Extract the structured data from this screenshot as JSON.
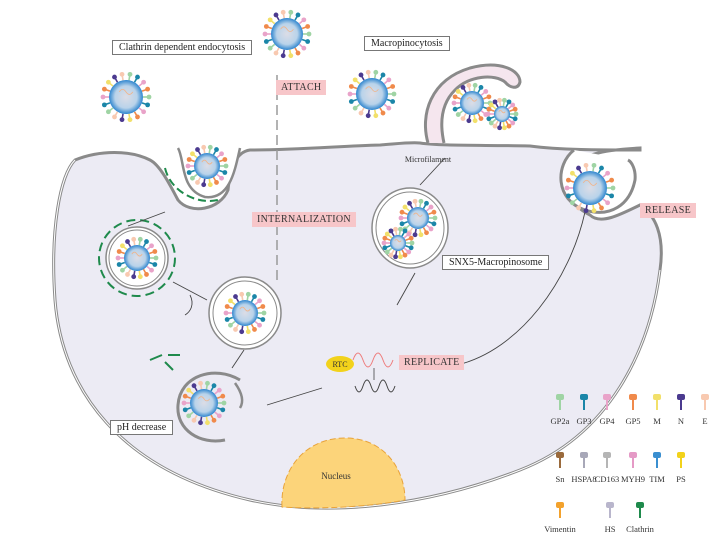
{
  "labels": {
    "clathrin_box": "Clathrin dependent endocytosis",
    "macropinocytosis_box": "Macropinocytosis",
    "snx5_box": "SNX5-Macropinosome",
    "ph_box": "pH decrease",
    "microfilament": "Microfilament",
    "nucleus": "Nucleus",
    "rtc": "RTC"
  },
  "steps": {
    "attach": "ATTACH",
    "internalization": "INTERNALIZATION",
    "replicate": "REPLICATE",
    "release": "RELEASE"
  },
  "colors": {
    "cytoplasm": "#ecebf4",
    "membrane": "#8a8a8a",
    "step_bg": "#f7c6c9",
    "nucleus": "#fcd47a",
    "rtc": "#f2d21b",
    "clathrin": "#1f8a4c",
    "virion_core": "#3b8fd1"
  },
  "legend": [
    {
      "name": "GP2a",
      "icon": "lollipop-icon",
      "color": "#9fd4a4"
    },
    {
      "name": "GP3",
      "icon": "lollipop-icon",
      "color": "#1b86a8"
    },
    {
      "name": "GP4",
      "icon": "funnel-icon",
      "color": "#e9a3c9"
    },
    {
      "name": "GP5",
      "icon": "t-bar-icon",
      "color": "#f08a4b"
    },
    {
      "name": "M",
      "icon": "funnel-icon",
      "color": "#f2e06a"
    },
    {
      "name": "N",
      "icon": "t-bar-icon",
      "color": "#4b3a8f"
    },
    {
      "name": "E",
      "icon": "rod-icon",
      "color": "#f8c9b0"
    },
    {
      "name": "Sn",
      "icon": "stalk-icon",
      "color": "#9a6a3c"
    },
    {
      "name": "HSPA8",
      "icon": "fork-icon",
      "color": "#a8a8b8"
    },
    {
      "name": "CD163",
      "icon": "hook-icon",
      "color": "#b5b5b5"
    },
    {
      "name": "MYH9",
      "icon": "coil-icon",
      "color": "#e59ac6"
    },
    {
      "name": "TIM",
      "icon": "capsule-icon",
      "color": "#3a8fd0"
    },
    {
      "name": "PS",
      "icon": "wedge-icon",
      "color": "#f2d21b"
    },
    {
      "name": "Vimentin",
      "icon": "square-icon",
      "color": "#f3a22d"
    },
    {
      "name": "HS",
      "icon": "branch-icon",
      "color": "#b9b6cc"
    },
    {
      "name": "Clathrin",
      "icon": "arc-icon",
      "color": "#1f8a4c"
    }
  ]
}
